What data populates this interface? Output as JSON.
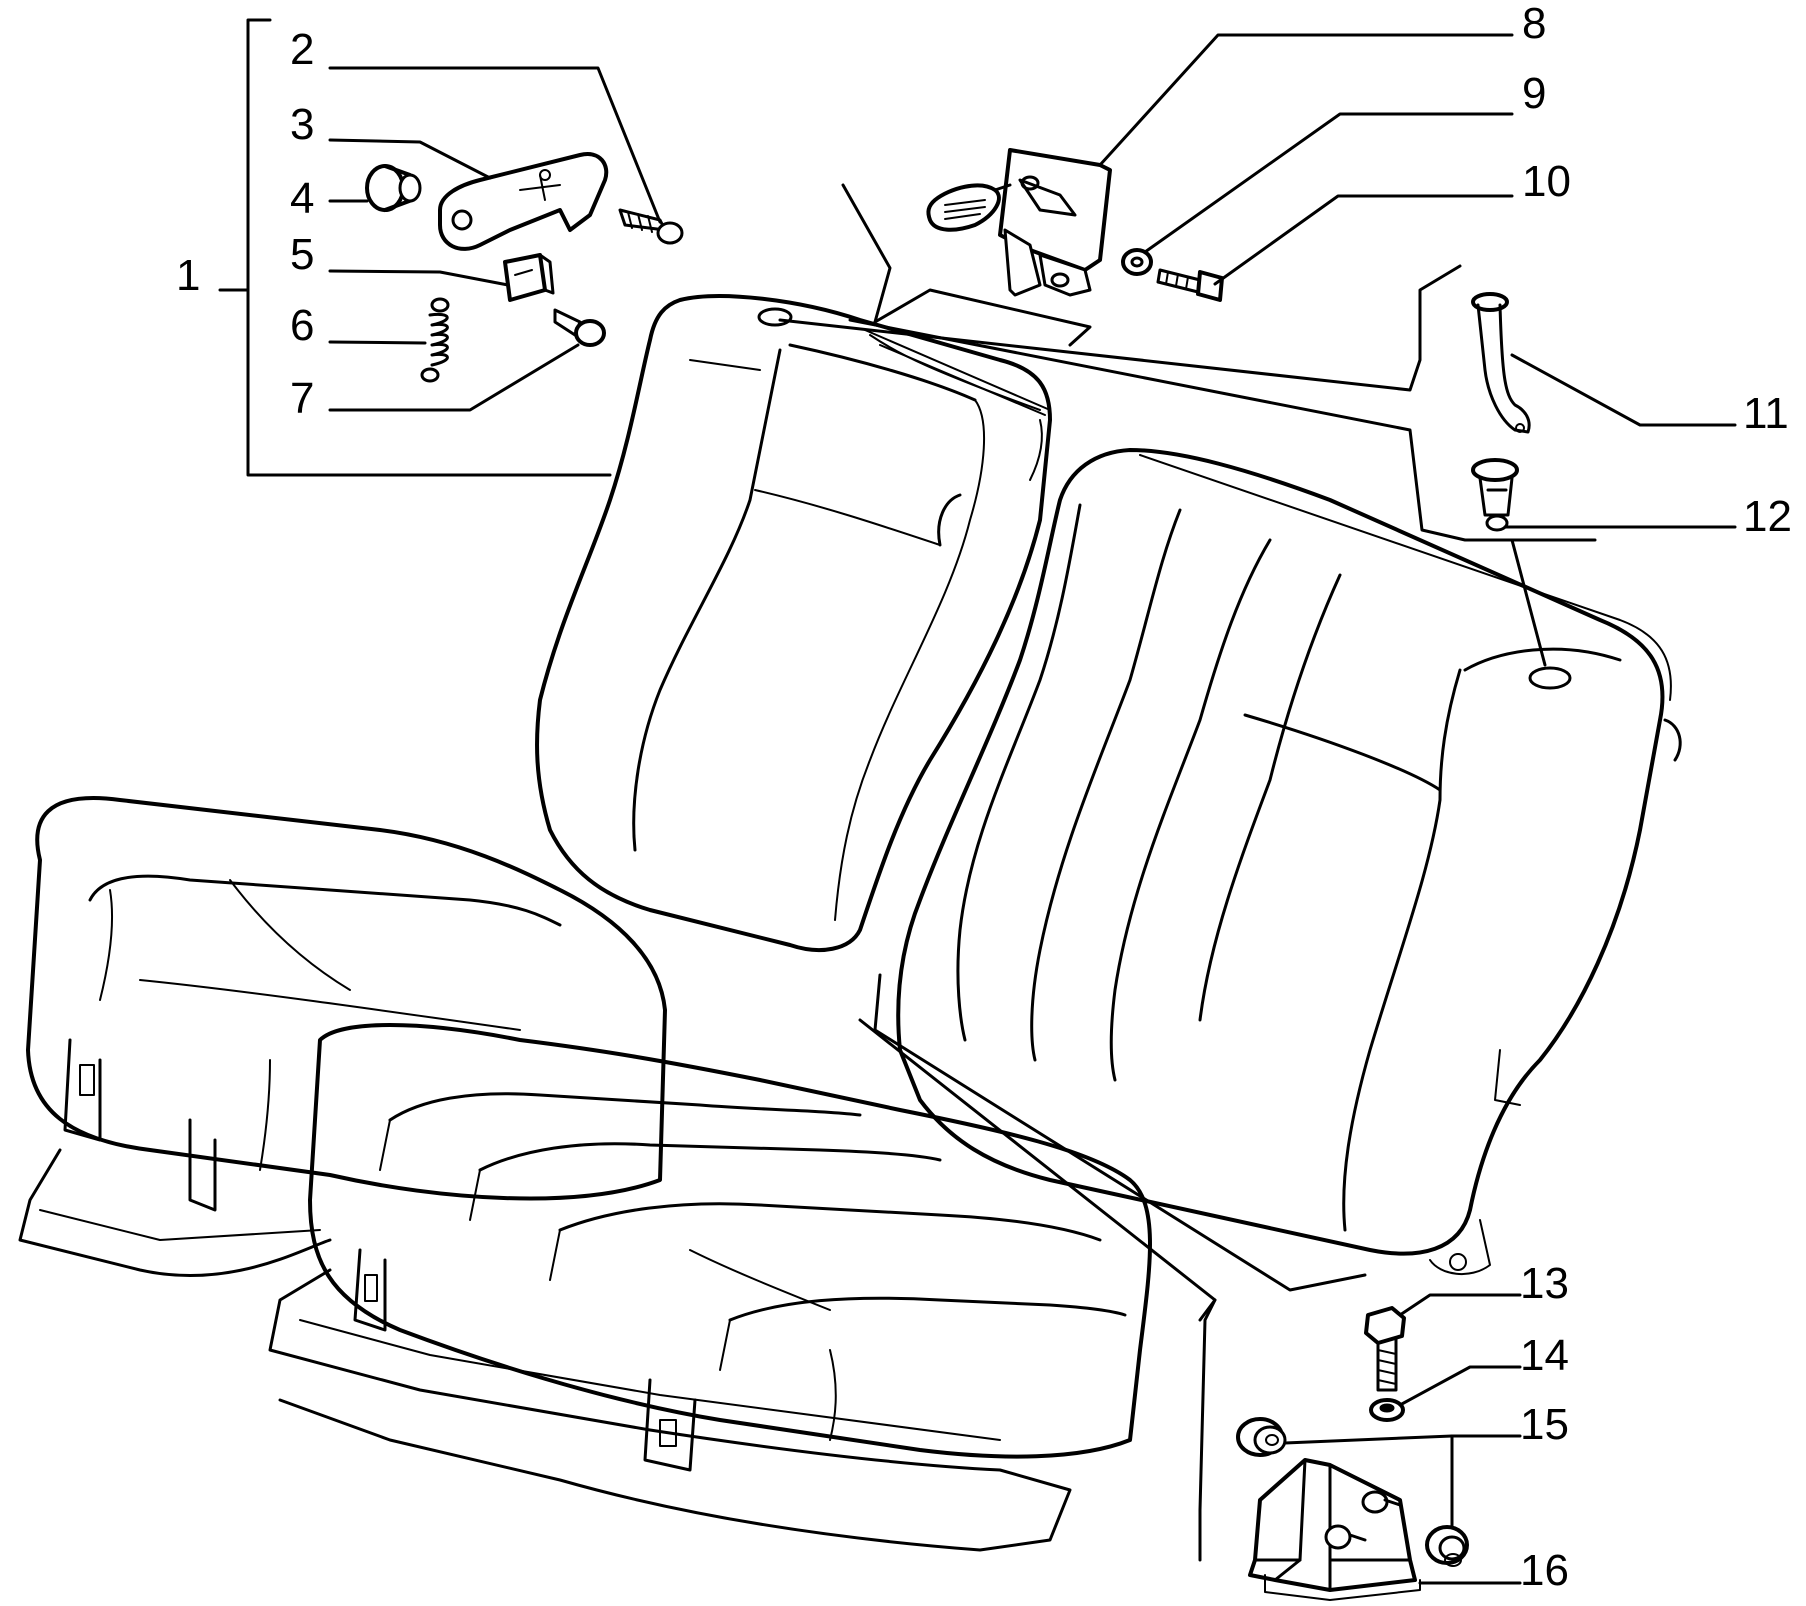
{
  "callouts": {
    "n1": "1",
    "n2": "2",
    "n3": "3",
    "n4": "4",
    "n5": "5",
    "n6": "6",
    "n7": "7",
    "n8": "8",
    "n9": "9",
    "n10": "10",
    "n11": "11",
    "n12": "12",
    "n13": "13",
    "n14": "14",
    "n15": "15",
    "n16": "16"
  },
  "colors": {
    "ink": "#000000",
    "paper": "#ffffff"
  }
}
